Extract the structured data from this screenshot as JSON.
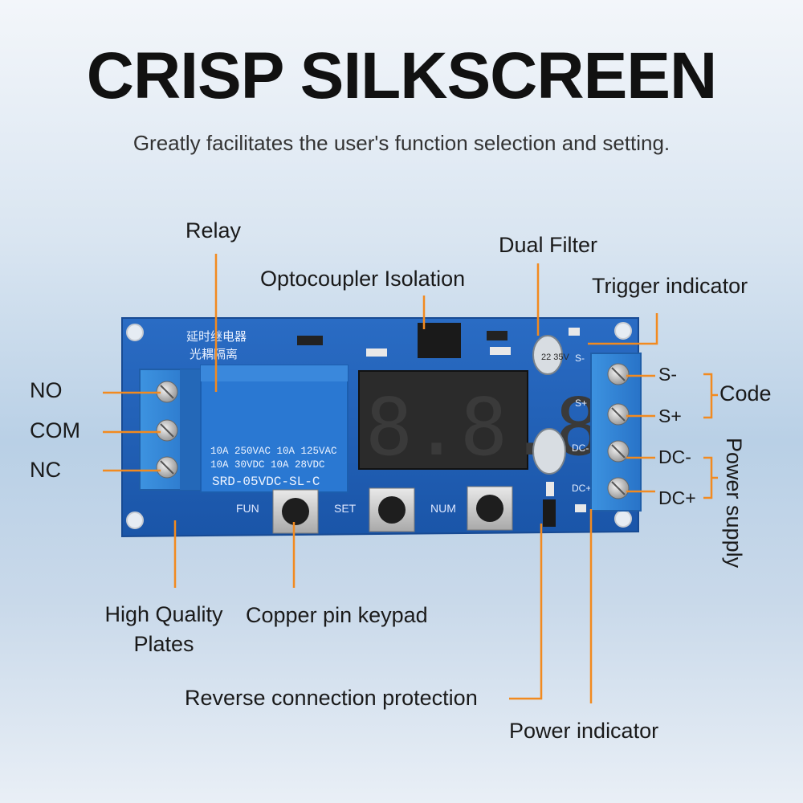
{
  "header": {
    "title": "CRISP SILKSCREEN",
    "subtitle": "Greatly facilitates the user's function selection and setting."
  },
  "callouts": {
    "relay": "Relay",
    "optocoupler": "Optocoupler Isolation",
    "dual_filter": "Dual Filter",
    "trigger_indicator": "Trigger indicator",
    "no": "NO",
    "com": "COM",
    "nc": "NC",
    "code": "Code",
    "power_supply": "Power supply",
    "high_quality_line1": "High Quality",
    "high_quality_line2": "Plates",
    "copper_keypad": "Copper pin keypad",
    "reverse_protection": "Reverse connection protection",
    "power_indicator": "Power indicator"
  },
  "terminals": {
    "s_minus": "S-",
    "s_plus": "S+",
    "dc_minus": "DC-",
    "dc_plus": "DC+"
  },
  "board": {
    "chinese_line1": "延时继电器",
    "chinese_line2": "光耦隔离",
    "relay_line1": "10A 250VAC  10A 125VAC",
    "relay_line2": "10A  30VDC  10A  28VDC",
    "relay_model": "SRD-05VDC-SL-C",
    "display": "8.8.8.",
    "key_fun": "FUN",
    "key_set": "SET",
    "key_num": "NUM",
    "silk_s_minus": "S-",
    "silk_s_plus": "S+",
    "silk_dc_minus": "DC-",
    "silk_dc_plus": "DC+",
    "cap_values": "22 35V"
  },
  "colors": {
    "pcb": "#1f5fb8",
    "terminal": "#2f84d8",
    "relay": "#2673cf",
    "accent_line": "#f28a1f"
  }
}
